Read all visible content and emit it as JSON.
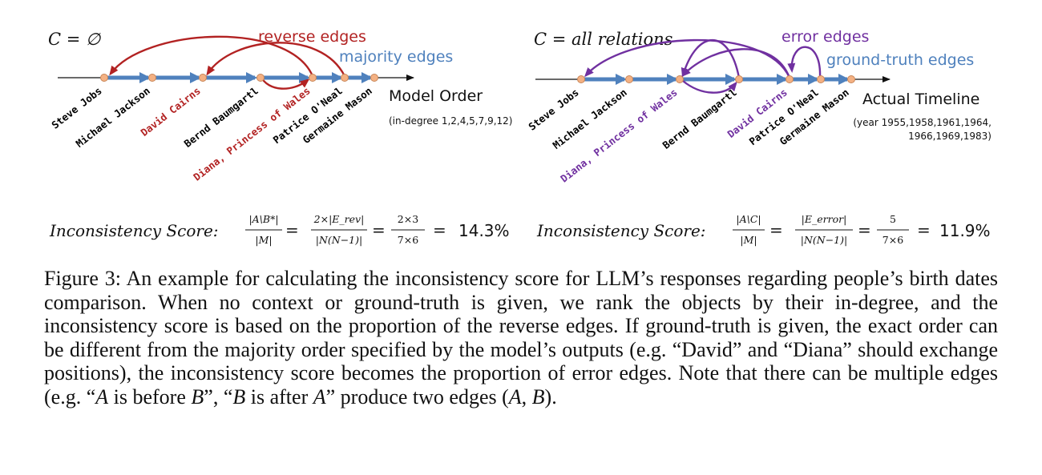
{
  "colors": {
    "blue": "#4f81bd",
    "red": "#b22222",
    "purple": "#7030a0",
    "node_fill": "#f4b183",
    "node_stroke": "#c88658",
    "black": "#111111"
  },
  "left_panel": {
    "context": "C = ∅",
    "reverse_edges_label": "reverse edges",
    "majority_edges_label": "majority edges",
    "order_title": "Model Order",
    "order_note": "(in-degree 1,2,4,5,7,9,12)",
    "nodes": [
      {
        "label": "Steve Jobs",
        "highlight": "none"
      },
      {
        "label": "Michael Jackson",
        "highlight": "none"
      },
      {
        "label": "David Cairns",
        "highlight": "red"
      },
      {
        "label": "Bernd Baumgartl",
        "highlight": "none"
      },
      {
        "label": "Diana, Princess of Wales",
        "highlight": "red"
      },
      {
        "label": "Patrice O'Neal",
        "highlight": "none"
      },
      {
        "label": "Germaine Mason",
        "highlight": "none"
      }
    ],
    "score": {
      "prefix": "Inconsistency Score:",
      "frac1_num": "|A\\B*|",
      "frac1_den": "|M|",
      "frac2_num": "2×|E_rev|",
      "frac2_den": "|N(N−1)|",
      "frac3_num": "2×3",
      "frac3_den": "7×6",
      "result": "14.3%"
    }
  },
  "right_panel": {
    "context": "C = all relations",
    "error_edges_label": "error edges",
    "gt_edges_label": "ground-truth edges",
    "timeline_title": "Actual Timeline",
    "timeline_note_line1": "(year 1955,1958,1961,1964,",
    "timeline_note_line2": "1966,1969,1983)",
    "nodes": [
      {
        "label": "Steve Jobs",
        "highlight": "none"
      },
      {
        "label": "Michael Jackson",
        "highlight": "none"
      },
      {
        "label": "Diana, Princess of Wales",
        "highlight": "purple"
      },
      {
        "label": "Bernd Baumgartl",
        "highlight": "none"
      },
      {
        "label": "David Cairns",
        "highlight": "purple"
      },
      {
        "label": "Patrice O'Neal",
        "highlight": "none"
      },
      {
        "label": "Germaine Mason",
        "highlight": "none"
      }
    ],
    "score": {
      "prefix": "Inconsistency Score:",
      "frac1_num": "|A\\C|",
      "frac1_den": "|M|",
      "frac2_num": "|E_error|",
      "frac2_den": "|N(N−1)|",
      "frac3_num": "5",
      "frac3_den": "7×6",
      "result": "11.9%"
    }
  },
  "caption": {
    "text": "Figure 3: An example for calculating the inconsistency score for LLM’s responses regarding people’s birth dates comparison.  When no context or ground-truth is given, we rank the objects by their in-degree, and the inconsistency score is based on the proportion of the reverse edges. If ground-truth is given, the exact order can be different from the majority order specified by the model’s outputs (e.g. “David” and “Diana” should exchange positions), the inconsistency score becomes the proportion of error edges. Note that there can be multiple edges (e.g. “",
    "a1": "A",
    "mid1": " is before ",
    "b1": "B",
    "mid2": "”, “",
    "b2": "B",
    "mid3": " is after ",
    "a2": "A",
    "end1": "” produce two edges (",
    "a3": "A",
    "comma": ", ",
    "b3": "B",
    "end2": ")."
  }
}
